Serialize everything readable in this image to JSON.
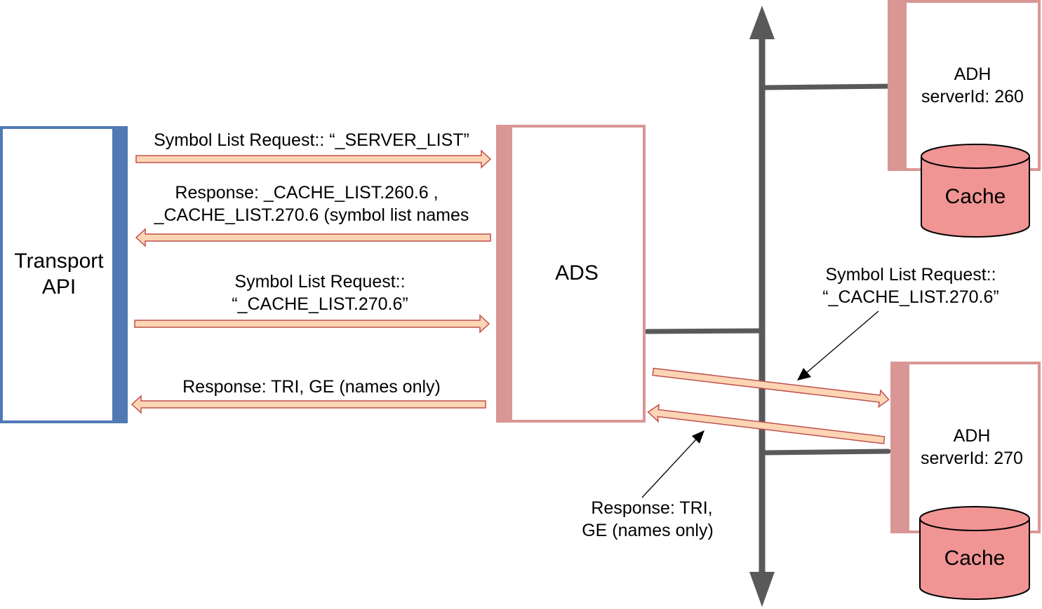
{
  "colors": {
    "transport_border": "#4f7ab4",
    "ads_border": "#d99694",
    "adh_border": "#d99694",
    "cache_fill": "#f09494",
    "cache_stroke": "#000000",
    "arrow_fill": "#fcd5b4",
    "arrow_stroke": "#c0504d",
    "bus": "#595959"
  },
  "transport_api": {
    "line1": "Transport",
    "line2": "API"
  },
  "ads": {
    "label": "ADS"
  },
  "adh_260": {
    "line1": "ADH",
    "line2": "serverId: 260",
    "cache": "Cache"
  },
  "adh_270": {
    "line1": "ADH",
    "line2": "serverId: 270",
    "cache": "Cache"
  },
  "messages": {
    "m1": "Symbol List Request:: “_SERVER_LIST”",
    "m2_line1": "Response:  _CACHE_LIST.260.6 ,",
    "m2_line2": "_CACHE_LIST.270.6 (symbol list names",
    "m3_line1": "Symbol List Request::",
    "m3_line2": "“_CACHE_LIST.270.6”",
    "m4": "Response: TRI, GE (names only)",
    "m5_line1": "Symbol List Request::",
    "m5_line2": "“_CACHE_LIST.270.6”",
    "m6_line1": "Response: TRI,",
    "m6_line2": "GE (names only)"
  }
}
